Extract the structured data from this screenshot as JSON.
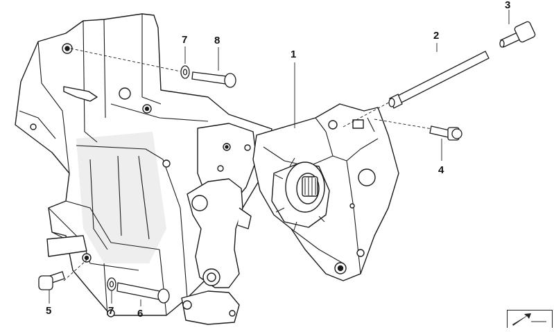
{
  "callouts": [
    {
      "id": "1",
      "text": "1"
    },
    {
      "id": "2",
      "text": "2"
    },
    {
      "id": "3",
      "text": "3"
    },
    {
      "id": "4",
      "text": "4"
    },
    {
      "id": "5",
      "text": "5"
    },
    {
      "id": "6",
      "text": "6"
    },
    {
      "id": "7a",
      "text": "7"
    },
    {
      "id": "7b",
      "text": "7"
    },
    {
      "id": "8",
      "text": "8"
    }
  ],
  "colors": {
    "line": "#1a1a1a",
    "part_fill": "#ffffff",
    "shade": "#e9e9e9",
    "label": "#111111"
  },
  "icons": [
    "catalog-arrow-icon"
  ]
}
